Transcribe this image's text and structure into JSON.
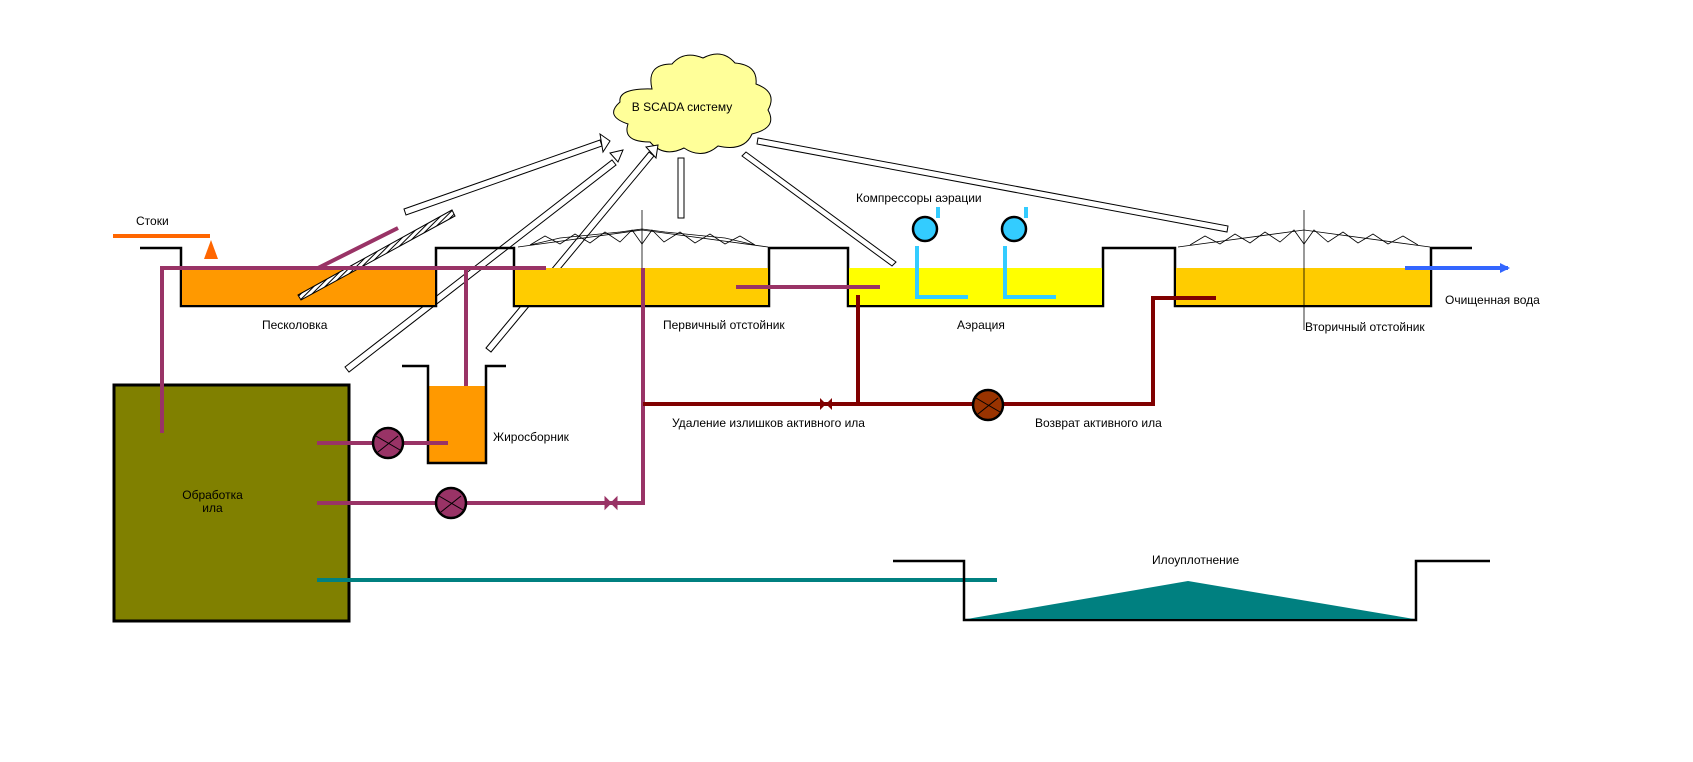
{
  "labels": {
    "cloud": "В SCADA систему",
    "inflow": "Стоки",
    "grit": "Песколовка",
    "primary": "Первичный отстойник",
    "aeration": "Аэрация",
    "compressors": "Компрессоры аэрации",
    "secondary": "Вторичный отстойник",
    "clean_water": "Очищенная вода",
    "grease": "Жиросборник",
    "sludge_line1": "Обработка",
    "sludge_line2": "ила",
    "excess_sludge": "Удаление излишков  активного ила",
    "return_sludge": "Возврат активного ила",
    "thickening": "Илоуплотнение"
  },
  "colors": {
    "grit_fill": "#ff9900",
    "settler_fill": "#ffcc00",
    "aeration_fill": "#ffff00",
    "sludge_tank": "#808000",
    "sludge_pipe": "#993366",
    "return_pipe": "#800000",
    "air_pipe": "#33ccff",
    "thickener": "#008080",
    "inflow": "#ff6600",
    "outflow": "#3366ff",
    "cloud": "#ffff99"
  }
}
